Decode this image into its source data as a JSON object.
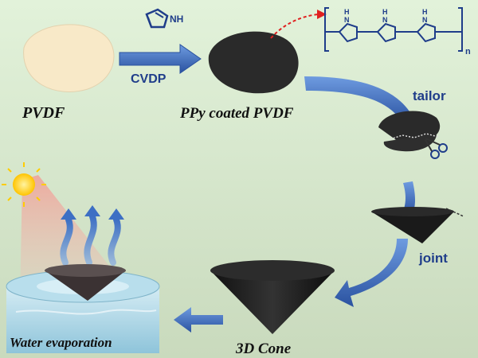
{
  "labels": {
    "pvdf": "PVDF",
    "ppy_coated": "PPy coated PVDF",
    "cvdp": "CVDP",
    "nh": "NH",
    "tailor": "tailor",
    "joint": "joint",
    "cone": "3D Cone",
    "water": "Water evaporation",
    "polymer_h": "H",
    "polymer_n": "N",
    "polymer_sub": "n"
  },
  "colors": {
    "bg_top": "#dff0d6",
    "bg_bottom": "#ccdcc0",
    "membrane_pvdf": "#f8e9c8",
    "membrane_ppy": "#2a2a2a",
    "arrow_blue": "#3c6fc0",
    "arrow_dark": "#2a52a0",
    "text_blue": "#1f3d8a",
    "sun": "#ffd21a",
    "water": "#a9d6e8",
    "red_arrow": "#e02020"
  },
  "icons": {
    "pyrrole": "pyrrole-icon",
    "scissors": "scissors-icon",
    "sun": "sun-icon",
    "vapor": "vapor-arrow-icon"
  }
}
